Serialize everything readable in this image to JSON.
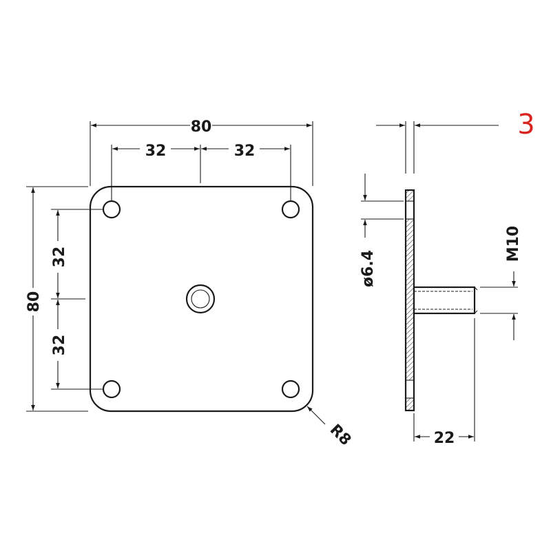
{
  "colors": {
    "line": "#1a1a1a",
    "reference_number": "#d9231f",
    "background": "#ffffff"
  },
  "drawing": {
    "reference_number": "3",
    "front_view": {
      "overall_width_label": "80",
      "hole_spacing_left_label": "32",
      "hole_spacing_right_label": "32",
      "overall_height_label": "80",
      "hole_spacing_top_label": "32",
      "hole_spacing_bottom_label": "32",
      "corner_radius_label": "R8"
    },
    "side_view": {
      "hole_diameter_label": "ø6.4",
      "thread_label": "M10",
      "stud_length_label": "22"
    }
  }
}
